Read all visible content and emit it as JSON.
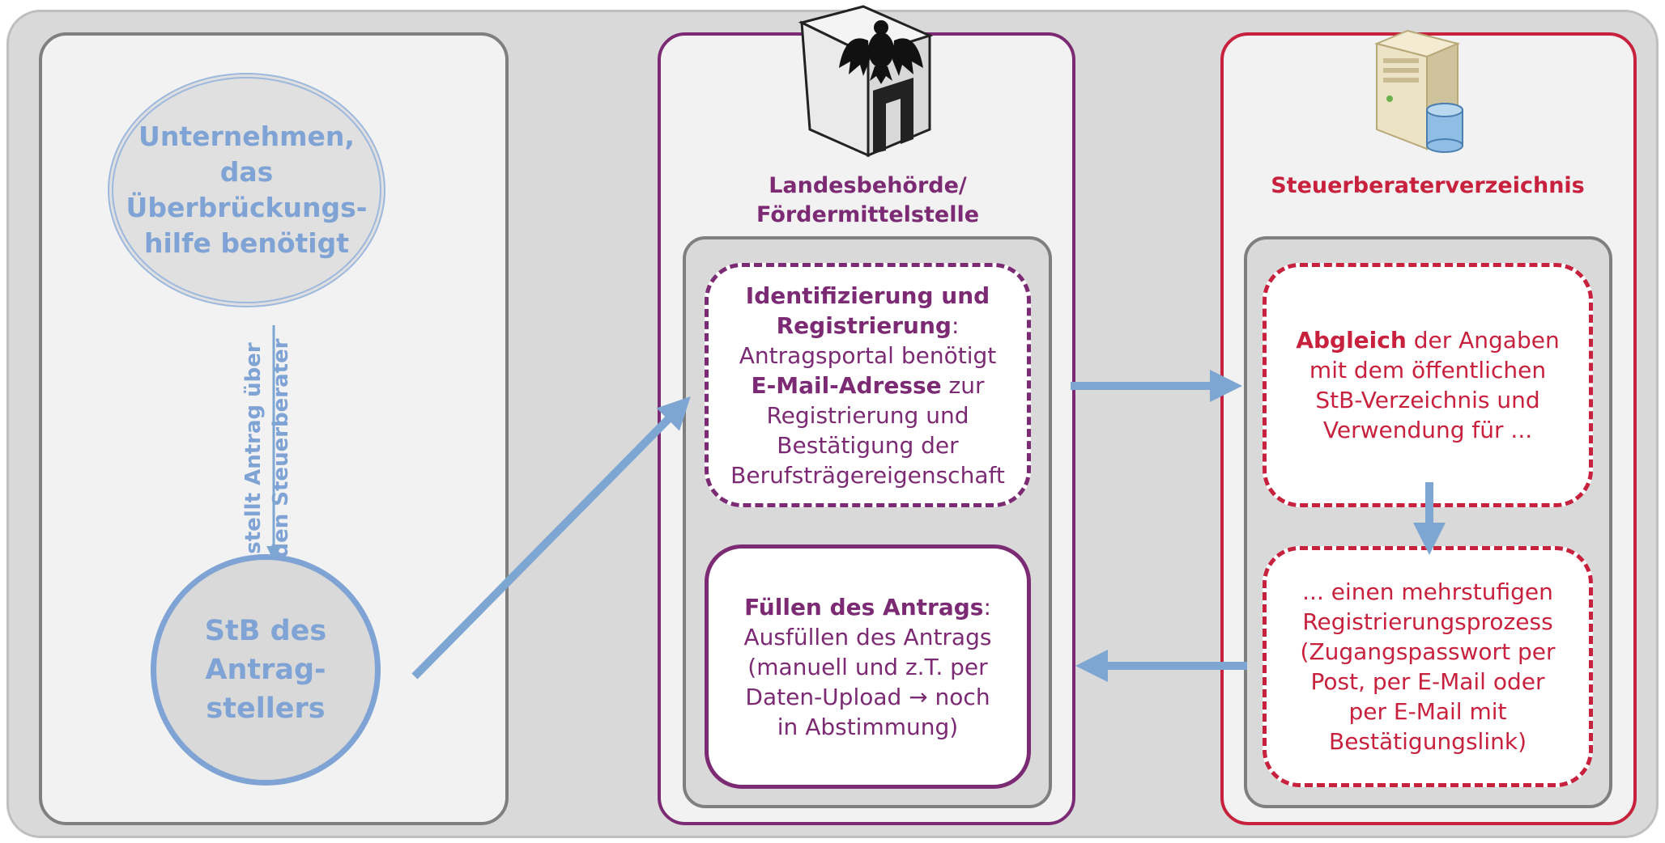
{
  "left": {
    "ellipse_top": [
      "Unternehmen,",
      "das",
      "Überbrückungs-",
      "hilfe benötigt"
    ],
    "arrow_label": [
      "stellt Antrag über",
      "den Steuerberater"
    ],
    "ellipse_bottom": [
      "StB des",
      "Antrag-",
      "stellers"
    ]
  },
  "middle": {
    "heading": [
      "Landesbehörde/",
      "Fördermittelstelle"
    ],
    "card_ident": {
      "bold_1": "Identifizierung und",
      "bold_2": "Registrierung",
      "after_bold_2": ":",
      "line_3": "Antragsportal benötigt",
      "bold_4": "E-Mail-Adresse",
      "after_bold_4": " zur",
      "line_5": "Registrierung und",
      "line_6": "Bestätigung der",
      "line_7": "Berufsträgereigenschaft"
    },
    "card_fill": {
      "bold_1": "Füllen des Antrags",
      "after_bold_1": ":",
      "line_2": "Ausfüllen des Antrags",
      "line_3": "(manuell und z.T. per",
      "line_4": "Daten-Upload → noch",
      "line_5": "in Abstimmung)"
    }
  },
  "right": {
    "heading": "Steuerberaterverzeichnis",
    "card_abgleich": {
      "bold_1": "Abgleich",
      "after_bold_1": " der Angaben",
      "line_2": "mit dem öffentlichen",
      "line_3": "StB-Verzeichnis und",
      "line_4": "Verwendung für ..."
    },
    "card_reg": {
      "line_1": "... einen mehrstufigen",
      "line_2": "Registrierungsprozess",
      "line_3": "(Zugangspasswort per",
      "line_4": "Post, per E-Mail oder",
      "line_5": "per E-Mail mit",
      "line_6": "Bestätigungslink)"
    }
  },
  "icons": [
    "federal-eagle-building-icon",
    "database-server-icon"
  ],
  "colors": {
    "purple": "#7b2a73",
    "crimson": "#c8213e",
    "blue": "#7fa3d4",
    "gray_border": "#7f7f7f",
    "arrow_blue": "#7ea6d3"
  }
}
